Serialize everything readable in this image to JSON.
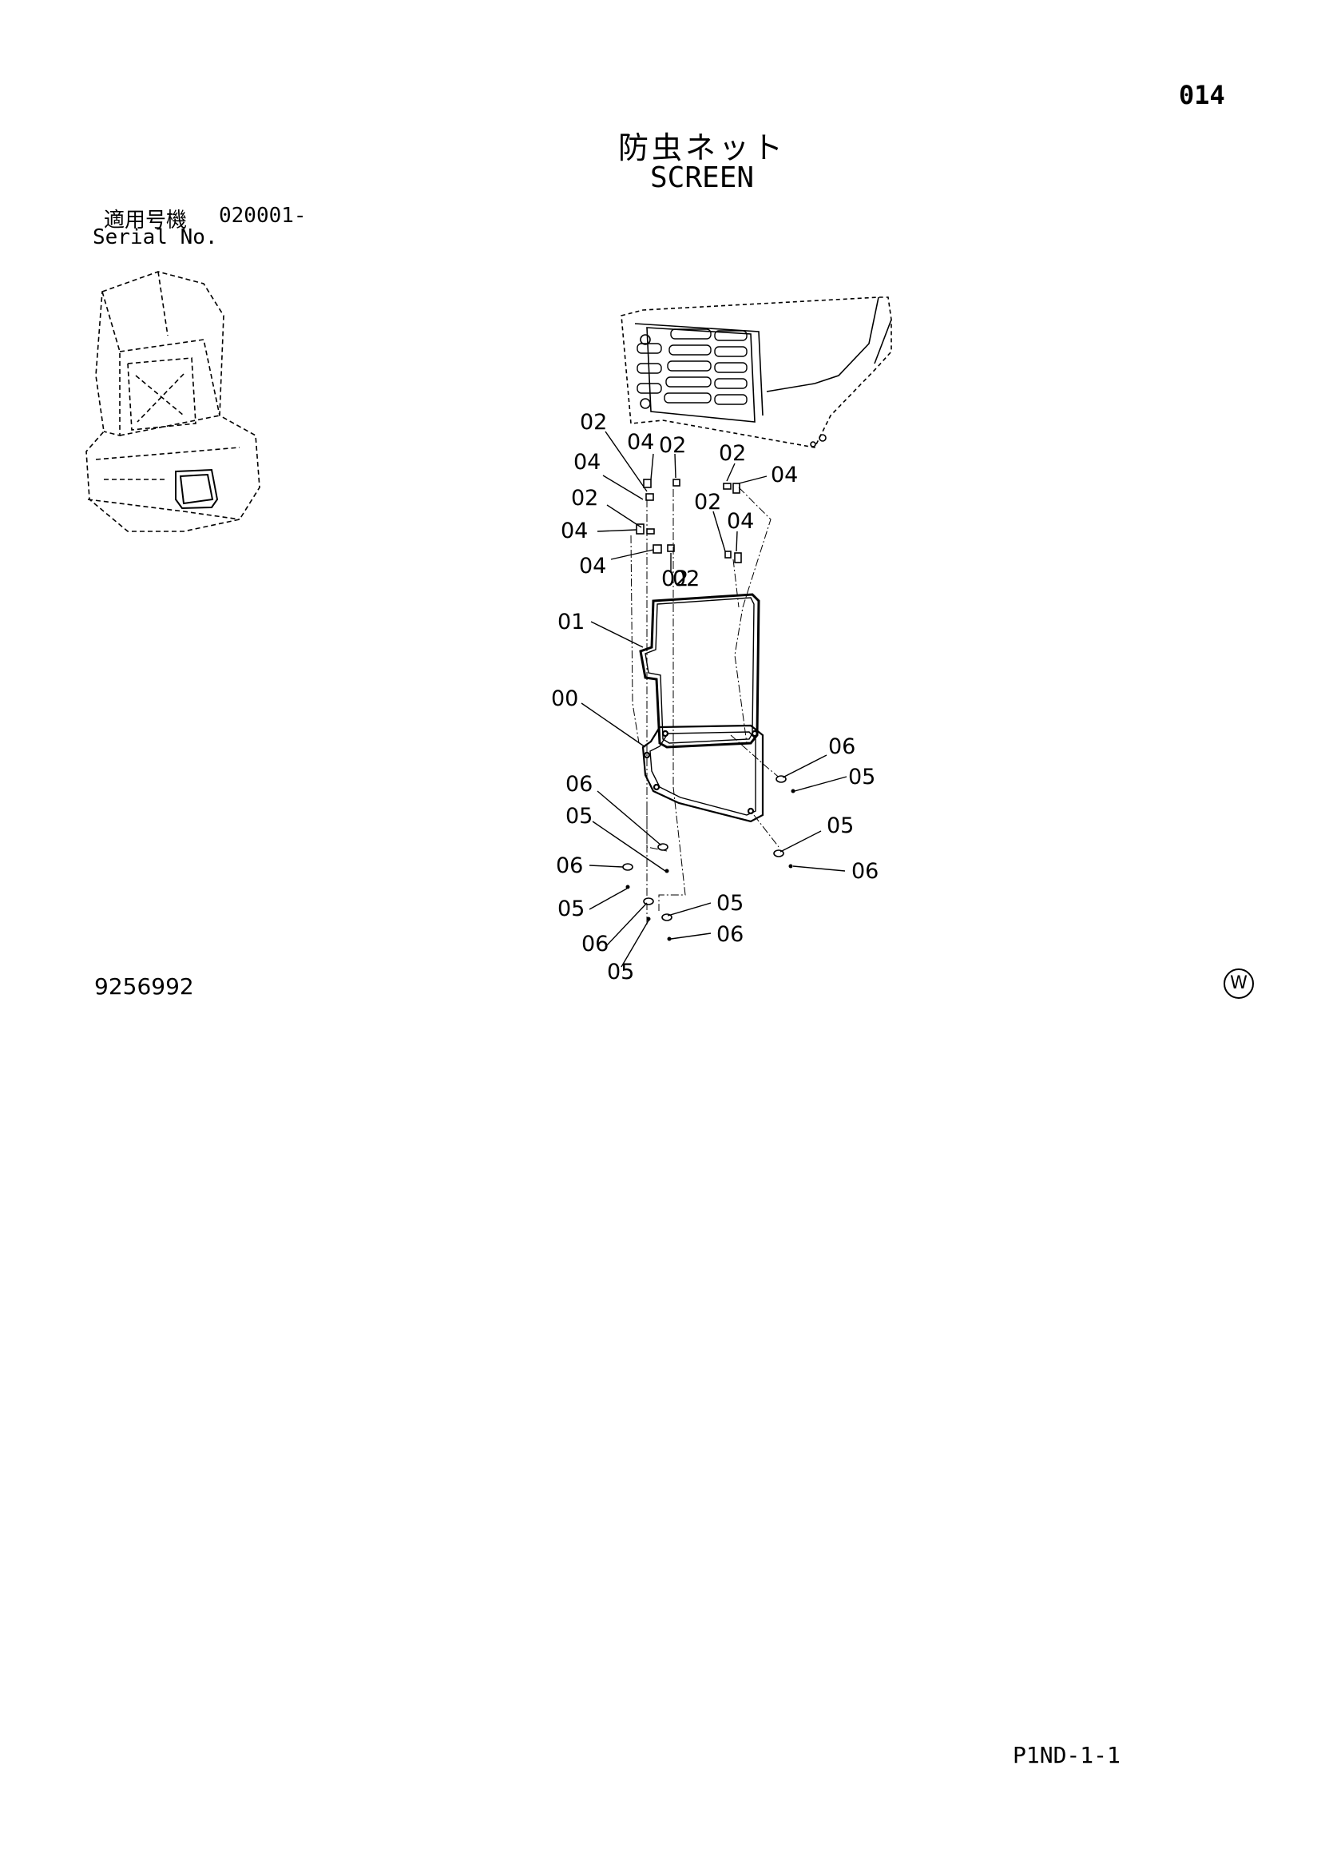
{
  "page_number": "014",
  "title_ja": "防虫ネット",
  "title_en": "SCREEN",
  "serial_label_ja": "適用号機",
  "serial_range": "020001-",
  "serial_label_en": "Serial No.",
  "drawing_number": "9256992",
  "brand_mark": "W",
  "footer_code": "P1ND-1-1",
  "callouts": [
    "02",
    "04",
    "02",
    "02",
    "04",
    "02",
    "04",
    "02",
    "02",
    "04",
    "04",
    "02",
    "04",
    "01",
    "00",
    "06",
    "05",
    "06",
    "05",
    "05",
    "06",
    "06",
    "05",
    "05",
    "06",
    "06",
    "05"
  ]
}
